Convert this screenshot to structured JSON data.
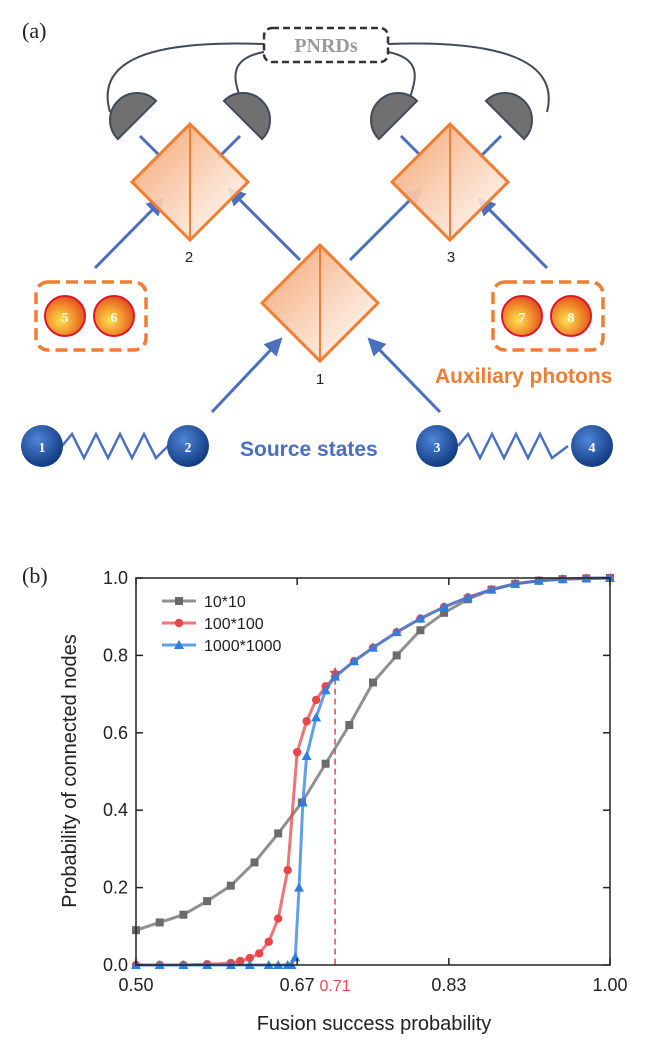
{
  "panel_a": {
    "label": "(a)",
    "pnrd_label": "PNRDs",
    "source_label": "Source states",
    "aux_label": "Auxiliary photons",
    "splitters": [
      "1",
      "2",
      "3"
    ],
    "source_photons": [
      "1",
      "2",
      "3",
      "4"
    ],
    "aux_photons": [
      "5",
      "6",
      "7",
      "8"
    ],
    "colors": {
      "blue": "#4a6fc1",
      "orange": "#ef7d32",
      "detector": "#6e6e6e",
      "wire": "#3f4a5a"
    }
  },
  "panel_b": {
    "label": "(b)"
  },
  "chart_data": {
    "type": "line",
    "xlabel": "Fusion success probability",
    "ylabel": "Probability of connected nodes",
    "xlim": [
      0.5,
      1.0
    ],
    "ylim": [
      0.0,
      1.0
    ],
    "xticks": [
      "0.50",
      "0.67",
      "0.83",
      "1.00"
    ],
    "yticks": [
      "0.0",
      "0.2",
      "0.4",
      "0.6",
      "0.8",
      "1.0"
    ],
    "threshold": {
      "x": 0.71,
      "label": "0.71"
    },
    "legend_position": "top-left",
    "series": [
      {
        "name": "10*10",
        "color": "#6b6b6b",
        "marker": "square",
        "x": [
          0.5,
          0.525,
          0.55,
          0.575,
          0.6,
          0.625,
          0.65,
          0.675,
          0.7,
          0.725,
          0.75,
          0.775,
          0.8,
          0.825,
          0.85,
          0.875,
          0.9,
          0.925,
          0.95,
          0.975,
          1.0
        ],
        "y": [
          0.09,
          0.11,
          0.13,
          0.165,
          0.205,
          0.265,
          0.34,
          0.42,
          0.52,
          0.62,
          0.73,
          0.8,
          0.865,
          0.91,
          0.945,
          0.97,
          0.985,
          0.993,
          0.997,
          0.999,
          1.0
        ]
      },
      {
        "name": "100*100",
        "color": "#e8474a",
        "marker": "circle",
        "x": [
          0.5,
          0.525,
          0.55,
          0.575,
          0.6,
          0.61,
          0.62,
          0.63,
          0.64,
          0.65,
          0.66,
          0.67,
          0.68,
          0.69,
          0.7,
          0.71,
          0.73,
          0.75,
          0.775,
          0.8,
          0.825,
          0.85,
          0.875,
          0.9,
          0.925,
          0.95,
          0.975,
          1.0
        ],
        "y": [
          0.0,
          0.0,
          0.0,
          0.002,
          0.005,
          0.01,
          0.018,
          0.03,
          0.06,
          0.12,
          0.245,
          0.55,
          0.63,
          0.685,
          0.72,
          0.745,
          0.785,
          0.82,
          0.86,
          0.895,
          0.925,
          0.95,
          0.97,
          0.985,
          0.993,
          0.997,
          0.999,
          1.0
        ]
      },
      {
        "name": "1000*1000",
        "color": "#2f7fe0",
        "marker": "triangle",
        "x": [
          0.5,
          0.525,
          0.55,
          0.575,
          0.6,
          0.62,
          0.64,
          0.65,
          0.66,
          0.664,
          0.668,
          0.672,
          0.676,
          0.68,
          0.69,
          0.7,
          0.71,
          0.73,
          0.75,
          0.775,
          0.8,
          0.825,
          0.85,
          0.875,
          0.9,
          0.925,
          0.95,
          0.975,
          1.0
        ],
        "y": [
          0.0,
          0.0,
          0.0,
          0.0,
          0.0,
          0.0,
          0.0,
          0.0,
          0.0,
          0.0,
          0.02,
          0.2,
          0.42,
          0.54,
          0.64,
          0.71,
          0.745,
          0.785,
          0.82,
          0.86,
          0.895,
          0.925,
          0.95,
          0.97,
          0.985,
          0.993,
          0.997,
          0.999,
          1.0
        ]
      }
    ]
  }
}
